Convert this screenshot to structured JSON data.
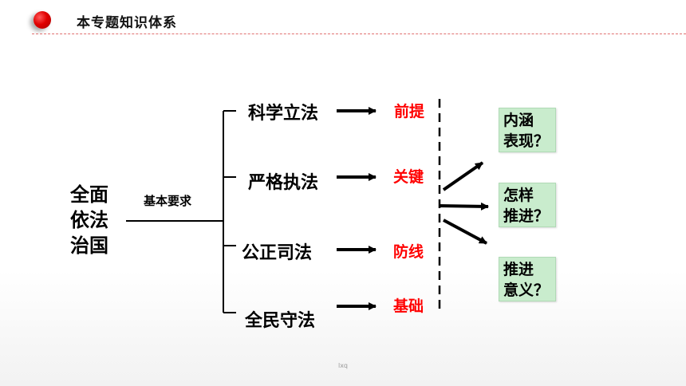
{
  "header": {
    "title": "本专题知识体系"
  },
  "subject": [
    "全面",
    "依法",
    "治国"
  ],
  "requirement_label": "基本要求",
  "items": [
    {
      "name": "科学立法",
      "role": "前提"
    },
    {
      "name": "严格执法",
      "role": "关键"
    },
    {
      "name": "公正司法",
      "role": "防线"
    },
    {
      "name": "全民守法",
      "role": "基础"
    }
  ],
  "questions": [
    {
      "line1": "内涵",
      "line2": "表现？"
    },
    {
      "line1": "怎样",
      "line2": "推进？"
    },
    {
      "line1": "推进",
      "line2": "意义？"
    }
  ],
  "footer": "lxq",
  "colors": {
    "accent": "#ff0000",
    "box_fill": "#c9eccd",
    "rule": "#e07070"
  }
}
